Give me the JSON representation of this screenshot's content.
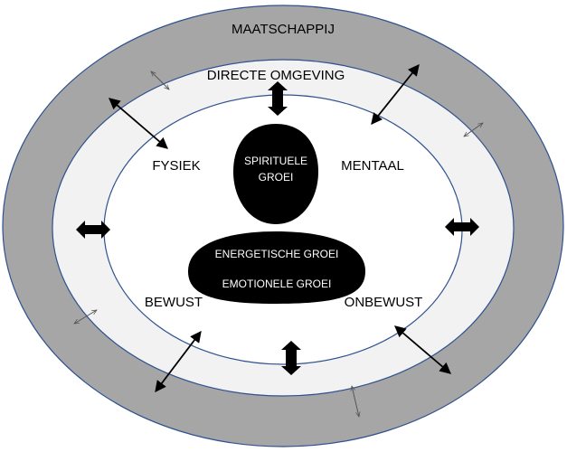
{
  "rings": {
    "outer": "MAATSCHAPPIJ",
    "middle": "DIRECTE OMGEVING"
  },
  "quadrants": {
    "top_left": "FYSIEK",
    "top_right": "MENTAAL",
    "bottom_left": "BEWUST",
    "bottom_right": "ONBEWUST"
  },
  "figure": {
    "head_line1": "SPIRITUELE",
    "head_line2": "GROEI",
    "body_line1": "ENERGETISCHE GROEI",
    "body_line2": "EMOTIONELE GROEI"
  },
  "colors": {
    "outer_ring": "#a6a6a6",
    "middle_ring": "#f2f2f2",
    "inner": "#ffffff",
    "ring_border": "#2f528f",
    "figure": "#000000"
  }
}
